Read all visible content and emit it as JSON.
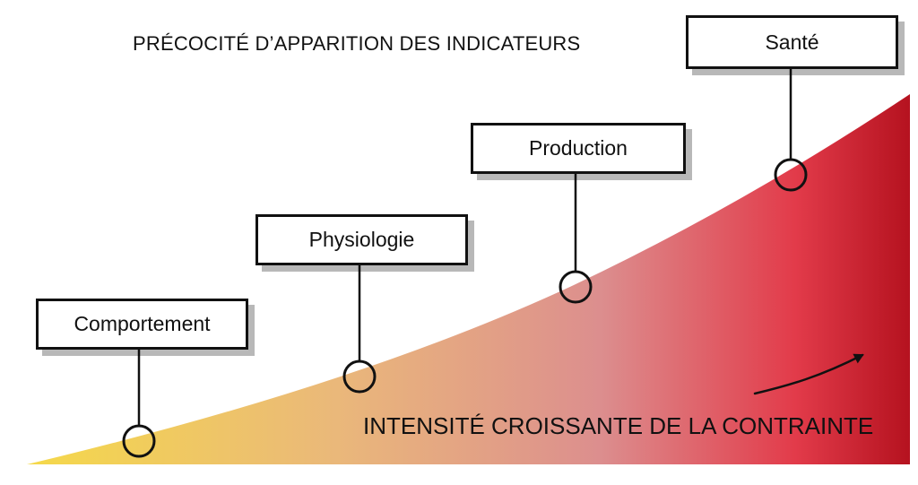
{
  "title": "PRÉCOCITÉ D’APPARITION DES INDICATEURS",
  "axis_label": "INTENSITÉ CROISSANTE DE LA CONTRAINTE",
  "stages": [
    {
      "label": "Comportement"
    },
    {
      "label": "Physiologie"
    },
    {
      "label": "Production"
    },
    {
      "label": "Santé"
    }
  ],
  "colors": {
    "gradient_start": "#f5d94a",
    "gradient_mid_1": "#eab87a",
    "gradient_mid_2": "#dc8e8e",
    "gradient_mid_3": "#e23b4a",
    "gradient_end": "#b5121f",
    "outline": "#111111",
    "text": "#111111"
  }
}
